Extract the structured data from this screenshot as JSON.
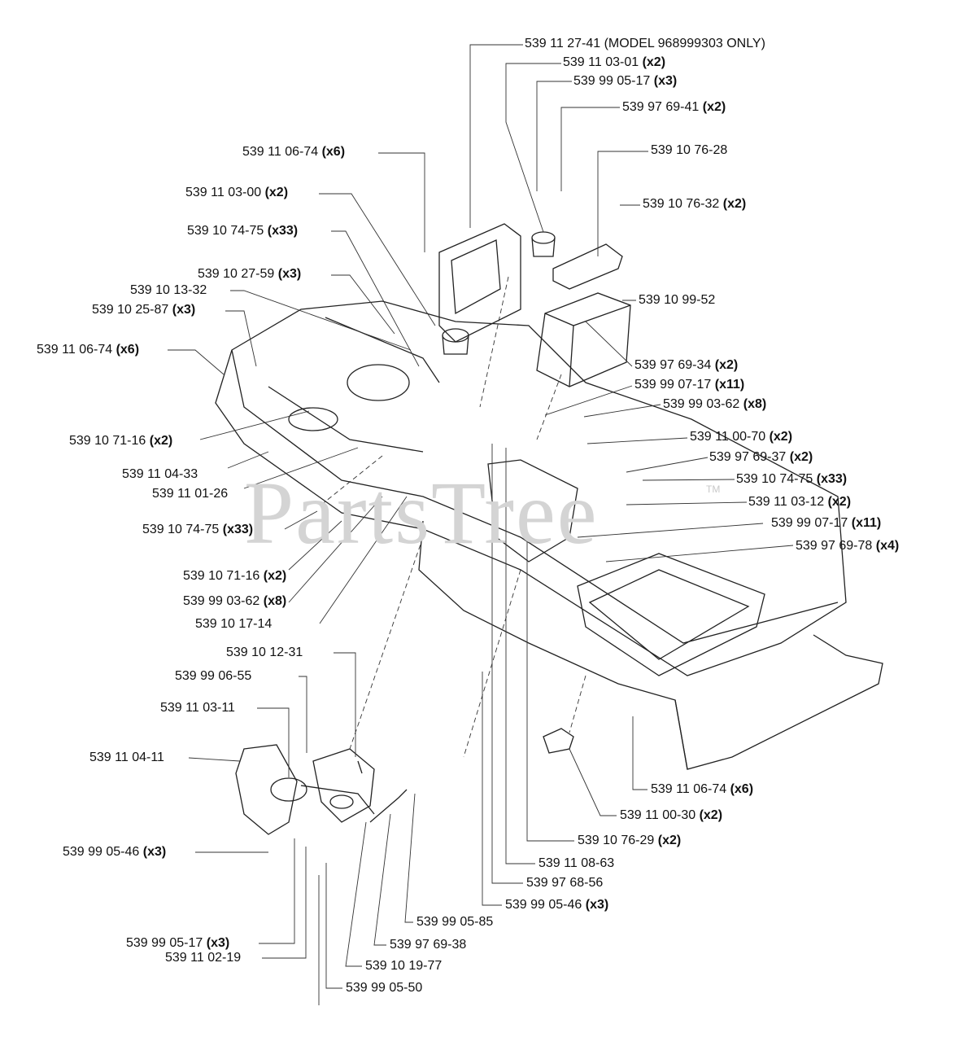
{
  "watermark": "PartsTree",
  "trademark": "TM",
  "labels": [
    {
      "id": "l1",
      "part": "539 11 27-41",
      "qty": "(MODEL 968999303 ONLY)"
    },
    {
      "id": "l2",
      "part": "539 11 03-01",
      "qty": "(x2)"
    },
    {
      "id": "l3",
      "part": "539 99 05-17",
      "qty": "(x3)"
    },
    {
      "id": "l4",
      "part": "539 97 69-41",
      "qty": "(x2)"
    },
    {
      "id": "l5",
      "part": "539 11 06-74",
      "qty": "(x6)"
    },
    {
      "id": "l6",
      "part": "539 10 76-28",
      "qty": ""
    },
    {
      "id": "l7",
      "part": "539 11 03-00",
      "qty": "(x2)"
    },
    {
      "id": "l8",
      "part": "539 10 76-32",
      "qty": "(x2)"
    },
    {
      "id": "l9",
      "part": "539 10 74-75",
      "qty": "(x33)"
    },
    {
      "id": "l10",
      "part": "539 10 27-59",
      "qty": "(x3)"
    },
    {
      "id": "l11",
      "part": "539 10 13-32",
      "qty": ""
    },
    {
      "id": "l12",
      "part": "539 10 99-52",
      "qty": ""
    },
    {
      "id": "l13",
      "part": "539 10 25-87",
      "qty": "(x3)"
    },
    {
      "id": "l14",
      "part": "539 11 06-74",
      "qty": "(x6)"
    },
    {
      "id": "l15",
      "part": "539 97 69-34",
      "qty": "(x2)"
    },
    {
      "id": "l16",
      "part": "539 99 07-17",
      "qty": "(x11)"
    },
    {
      "id": "l17",
      "part": "539 99 03-62",
      "qty": "(x8)"
    },
    {
      "id": "l18",
      "part": "539 10 71-16",
      "qty": "(x2)"
    },
    {
      "id": "l19",
      "part": "539 11 00-70",
      "qty": "(x2)"
    },
    {
      "id": "l20",
      "part": "539 11 04-33",
      "qty": ""
    },
    {
      "id": "l21",
      "part": "539 97 69-37",
      "qty": "(x2)"
    },
    {
      "id": "l22",
      "part": "539 10 74-75",
      "qty": "(x33)"
    },
    {
      "id": "l23",
      "part": "539 11 01-26",
      "qty": ""
    },
    {
      "id": "l24",
      "part": "539 11 03-12",
      "qty": "(x2)"
    },
    {
      "id": "l25",
      "part": "539 10 74-75",
      "qty": "(x33)"
    },
    {
      "id": "l26",
      "part": "539 99 07-17",
      "qty": "(x11)"
    },
    {
      "id": "l27",
      "part": "539 97 69-78",
      "qty": "(x4)"
    },
    {
      "id": "l28",
      "part": "539 10 71-16",
      "qty": "(x2)"
    },
    {
      "id": "l29",
      "part": "539 99 03-62",
      "qty": "(x8)"
    },
    {
      "id": "l30",
      "part": "539 10 17-14",
      "qty": ""
    },
    {
      "id": "l31",
      "part": "539 10 12-31",
      "qty": ""
    },
    {
      "id": "l32",
      "part": "539 99 06-55",
      "qty": ""
    },
    {
      "id": "l33",
      "part": "539 11 03-11",
      "qty": ""
    },
    {
      "id": "l34",
      "part": "539 11 04-11",
      "qty": ""
    },
    {
      "id": "l35",
      "part": "539 11 06-74",
      "qty": "(x6)"
    },
    {
      "id": "l36",
      "part": "539 11 00-30",
      "qty": "(x2)"
    },
    {
      "id": "l37",
      "part": "539 10 76-29",
      "qty": "(x2)"
    },
    {
      "id": "l38",
      "part": "539 99 05-46",
      "qty": "(x3)"
    },
    {
      "id": "l39",
      "part": "539 11 08-63",
      "qty": ""
    },
    {
      "id": "l40",
      "part": "539 97 68-56",
      "qty": ""
    },
    {
      "id": "l41",
      "part": "539 99 05-46",
      "qty": "(x3)"
    },
    {
      "id": "l42",
      "part": "539 99 05-85",
      "qty": ""
    },
    {
      "id": "l43",
      "part": "539 99 05-17",
      "qty": "(x3)"
    },
    {
      "id": "l44",
      "part": "539 97 69-38",
      "qty": ""
    },
    {
      "id": "l45",
      "part": "539 11 02-19",
      "qty": ""
    },
    {
      "id": "l46",
      "part": "539 10 19-77",
      "qty": ""
    },
    {
      "id": "l47",
      "part": "539 99 05-50",
      "qty": ""
    }
  ]
}
